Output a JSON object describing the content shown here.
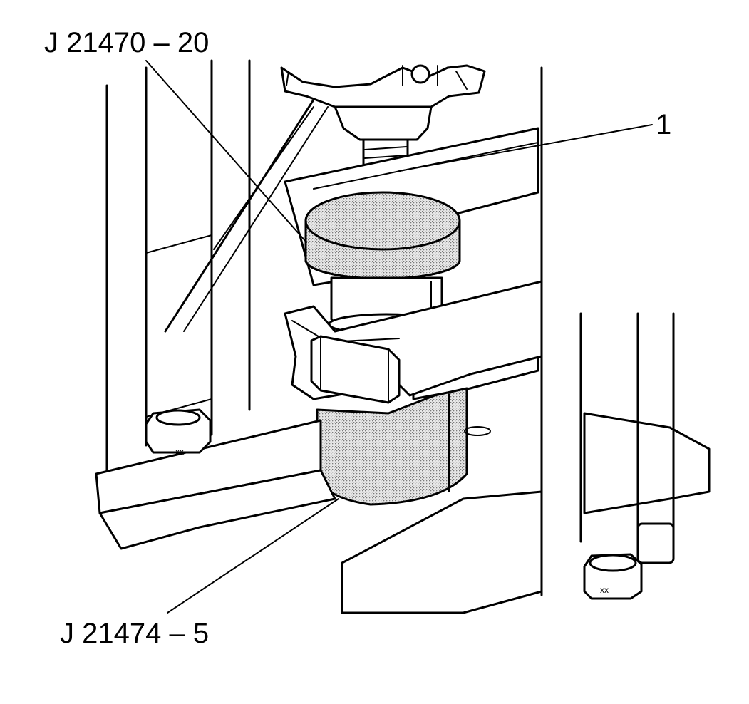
{
  "callouts": {
    "top_tool": "J 21470 – 20",
    "part": "1",
    "bottom_tool": "J 21474 – 5"
  },
  "colors": {
    "ink": "#000000",
    "paper": "#ffffff",
    "stipple": "#bdbdbd"
  }
}
